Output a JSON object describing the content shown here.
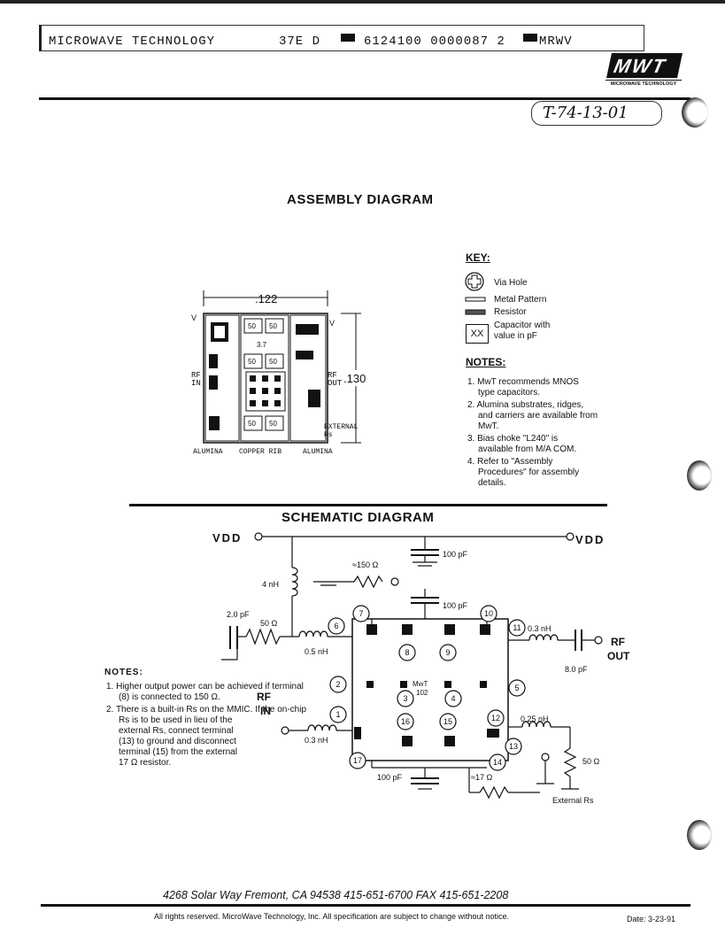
{
  "header": {
    "company": "MICROWAVE TECHNOLOGY",
    "code_block": "37E D",
    "code_number": "6124100 0000087 2",
    "code_suffix": "MRWV",
    "logo_text": "MWT",
    "logo_sub": "MICROWAVE TECHNOLOGY",
    "handwritten": "T-74-13-01"
  },
  "assembly": {
    "title": "ASSEMBLY DIAGRAM",
    "dim_width": ".122",
    "dim_height": ".130",
    "labels": {
      "vdd_left": "V",
      "vdd_right": "V",
      "cap_50": "50",
      "cap_37": "3.7",
      "rf_in_1": "RF",
      "rf_in_2": "IN",
      "rf_out_1": "RF",
      "rf_out_2": "OUT",
      "external_1": "EXTERNAL",
      "external_2": "Rs",
      "alumina_left": "ALUMINA",
      "copper_rib": "COPPER RIB",
      "alumina_right": "ALUMINA"
    }
  },
  "key": {
    "title": "KEY:",
    "items": [
      "Via Hole",
      "Metal Pattern",
      "Resistor",
      "Capacitor with",
      "value in pF"
    ],
    "cap_box": "XX"
  },
  "notes_right": {
    "title": "NOTES:",
    "lines": [
      "1. MwT recommends MNOS",
      "type capacitors.",
      "2. Alumina substrates, ridges,",
      "and carriers are available from",
      "MwT.",
      "3. Bias choke \"L240\" is",
      "available from M/A COM.",
      "4. Refer to \"Assembly",
      "Procedures\" for assembly",
      "details."
    ]
  },
  "schematic": {
    "title": "SCHEMATIC DIAGRAM",
    "vdd_left": "VDD",
    "vdd_right": "VDD",
    "c_100pf_top": "100 pF",
    "r_150": "≈150 Ω",
    "l_4nh": "4 nH",
    "c_100pf_mid": "100 pF",
    "c_2pf": "2.0 pF",
    "r_50": "50 Ω",
    "l_05nh": "0.5 nH",
    "l_03nh_out": "0.3 nH",
    "rf_out_1": "RF",
    "rf_out_2": "OUT",
    "c_8pf": "8.0 pF",
    "chip_1": "MwT",
    "chip_2": "102",
    "l_025nh": "0.25 nH",
    "rf_in_1": "RF",
    "rf_in_2": "IN",
    "l_03nh_in": "0.3 nH",
    "r_50_ext": "50 Ω",
    "c_100pf_bot": "100 pF",
    "r_17": "≈17 Ω",
    "ext_rs": "External Rs",
    "pins": [
      "1",
      "2",
      "3",
      "4",
      "5",
      "6",
      "7",
      "8",
      "9",
      "10",
      "11",
      "12",
      "13",
      "14",
      "15",
      "16",
      "17"
    ]
  },
  "notes_left": {
    "title": "NOTES:",
    "lines": [
      "1. Higher output power can be achieved if terminal",
      "(8) is connected to 150 Ω.",
      "2. There is a built-in Rs on the MMIC. If the on-chip",
      "Rs is to be used in lieu of the",
      "external Rs, connect terminal",
      "(13) to ground and disconnect",
      "terminal (15) from the external",
      "17 Ω resistor."
    ]
  },
  "footer": {
    "address": "4268 Solar Way  Fremont, CA 94538  415-651-6700  FAX 415-651-2208",
    "rights": "All rights reserved. MicroWave Technology, Inc. All specification are subject to change without notice.",
    "date": "Date: 3-23-91"
  }
}
